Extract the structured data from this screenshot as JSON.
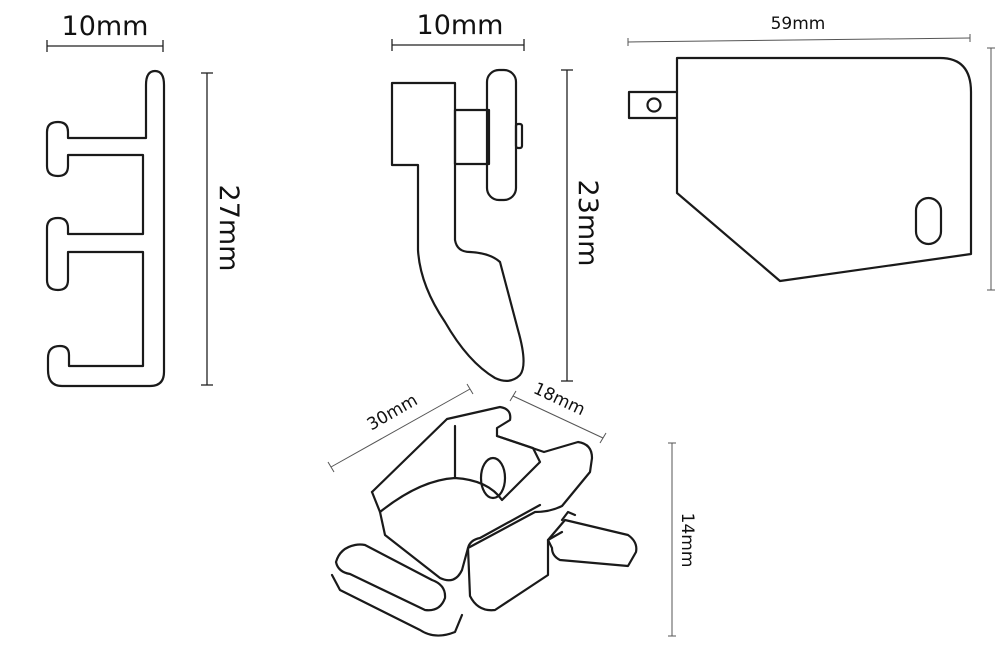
{
  "labels": {
    "rail_width": "10mm",
    "rail_height": "27mm",
    "glider_width": "10mm",
    "glider_height": "23mm",
    "endcap_width": "59mm",
    "endstop_length": "30mm",
    "endstop_width": "18mm",
    "endstop_height": "14mm"
  },
  "colors": {
    "stroke": "#1a1a1a",
    "background": "#ffffff"
  }
}
